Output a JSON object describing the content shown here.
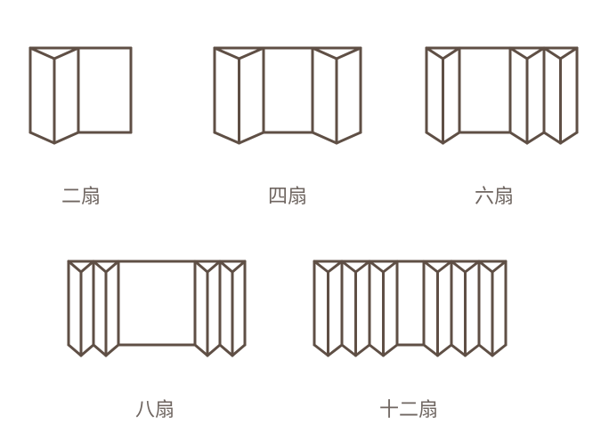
{
  "colors": {
    "line": "#5f4f45",
    "label": "#6f6661"
  },
  "figures": [
    {
      "label": "二扇",
      "panels": 2
    },
    {
      "label": "四扇",
      "panels": 4
    },
    {
      "label": "六扇",
      "panels": 6
    },
    {
      "label": "八扇",
      "panels": 8
    },
    {
      "label": "十二扇",
      "panels": 12
    }
  ]
}
